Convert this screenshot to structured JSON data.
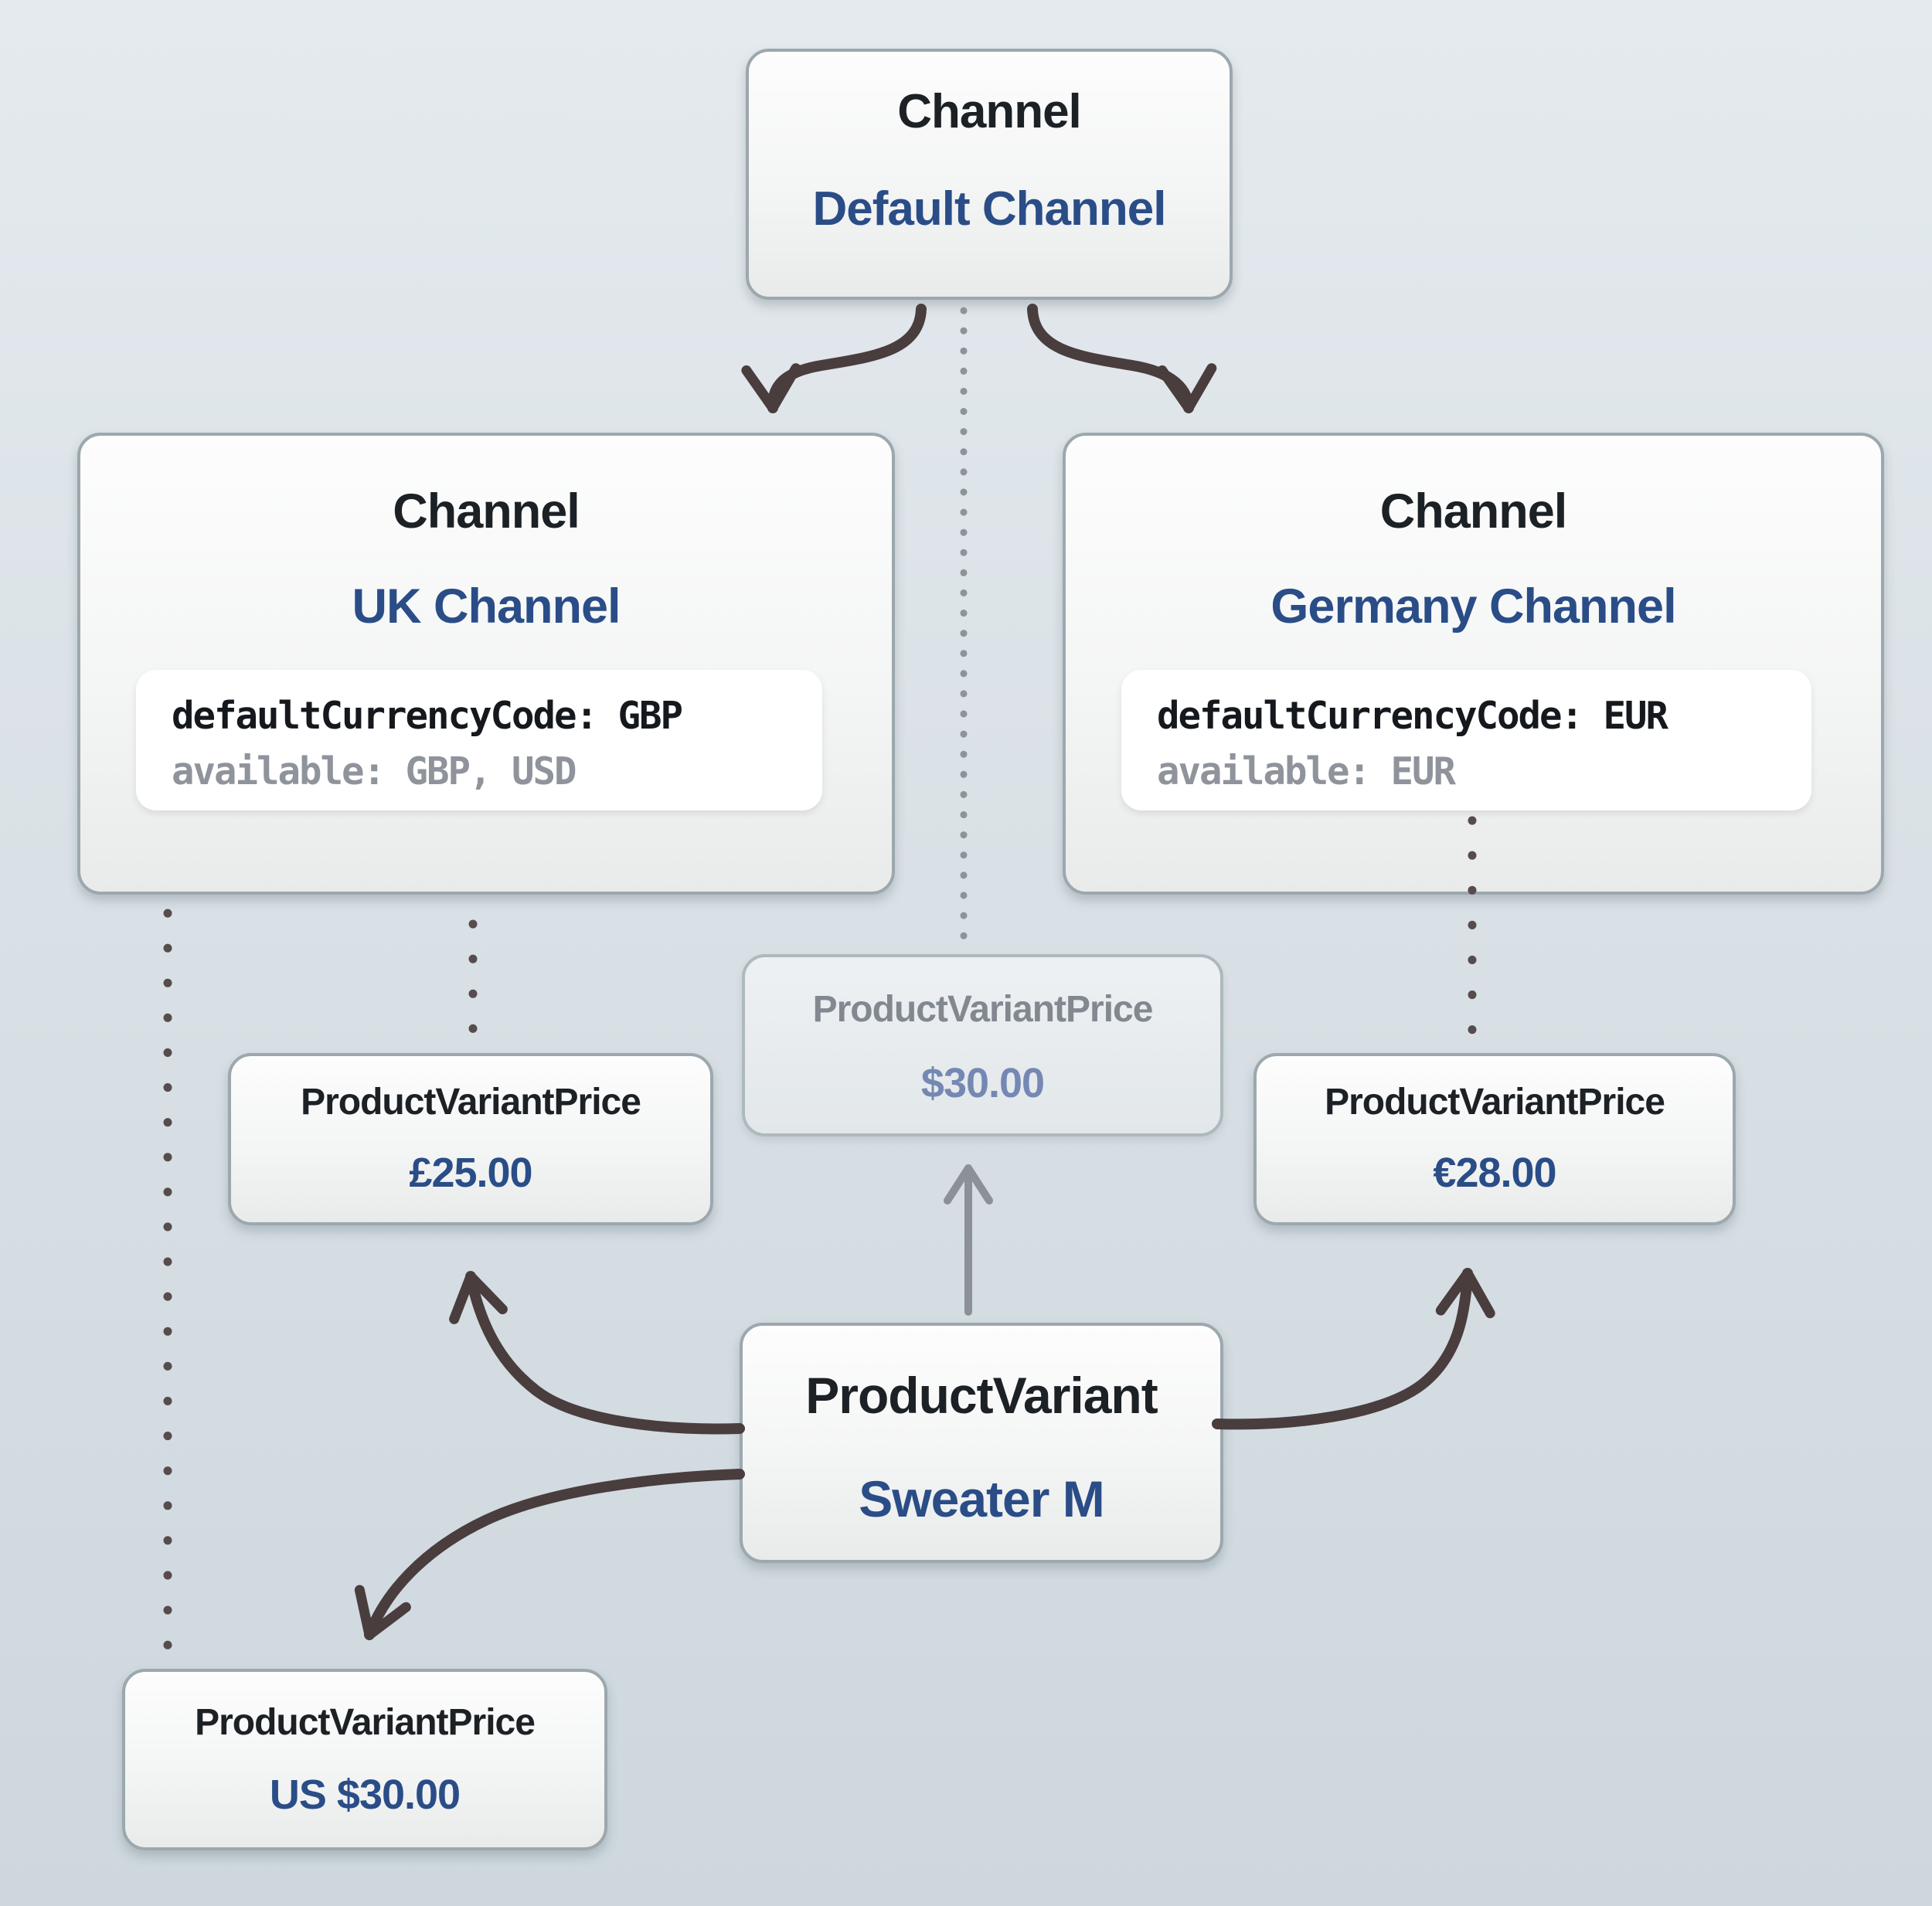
{
  "diagram": {
    "description": "Channels and per-channel ProductVariant prices",
    "nodes": {
      "default_channel": {
        "type_label": "Channel",
        "title": "Default Channel"
      },
      "uk_channel": {
        "type_label": "Channel",
        "title": "UK Channel",
        "code_line1": "defaultCurrencyCode: GBP",
        "code_line2": "available: GBP, USD"
      },
      "germany_channel": {
        "type_label": "Channel",
        "title": "Germany Channel",
        "code_line1": "defaultCurrencyCode: EUR",
        "code_line2": "available: EUR"
      },
      "default_price": {
        "type_label": "ProductVariantPrice",
        "value": "$30.00"
      },
      "uk_price": {
        "type_label": "ProductVariantPrice",
        "value": "£25.00"
      },
      "germany_price": {
        "type_label": "ProductVariantPrice",
        "value": "€28.00"
      },
      "usd_price": {
        "type_label": "ProductVariantPrice",
        "value": "US $30.00"
      },
      "product_variant": {
        "type_label": "ProductVariant",
        "title": "Sweater M"
      }
    },
    "edges": [
      {
        "from": "default_channel",
        "to": "uk_channel",
        "style": "solid-curved-arrow"
      },
      {
        "from": "default_channel",
        "to": "germany_channel",
        "style": "solid-curved-arrow"
      },
      {
        "from": "default_channel",
        "to": "default_price",
        "style": "dotted-gray"
      },
      {
        "from": "uk_channel",
        "to": "usd_price",
        "style": "dotted-dark"
      },
      {
        "from": "uk_channel",
        "to": "uk_price",
        "style": "dotted-dark"
      },
      {
        "from": "germany_channel",
        "to": "germany_price",
        "style": "dotted-dark"
      },
      {
        "from": "product_variant",
        "to": "default_price",
        "style": "straight-gray-arrow"
      },
      {
        "from": "product_variant",
        "to": "uk_price",
        "style": "solid-curved-arrow"
      },
      {
        "from": "product_variant",
        "to": "germany_price",
        "style": "solid-curved-arrow"
      },
      {
        "from": "product_variant",
        "to": "usd_price",
        "style": "solid-curved-arrow"
      }
    ],
    "colors": {
      "background_top": "#e4eaee",
      "background_bottom": "#cdd7dd",
      "box_border": "#9ca8ad",
      "text_dark": "#1c2126",
      "text_blue": "#2a4d87",
      "code_dark": "#15181d",
      "code_gray": "#8f939b",
      "ghost_title": "#82888f",
      "ghost_value": "#7588b3",
      "edge_dark": "#4a3d3e",
      "edge_gray": "#8b9196",
      "dots_dark": "#574c4d",
      "dots_gray": "#8d9499"
    }
  }
}
